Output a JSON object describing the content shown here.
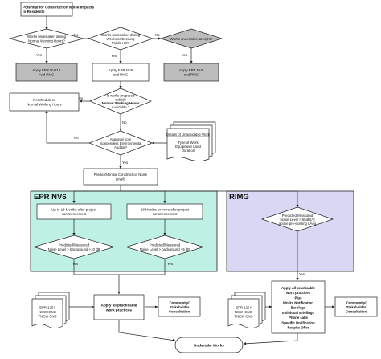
{
  "nodes": {
    "start": [
      "Potential for Construction Noise Impacts",
      "to Residents"
    ],
    "d_normal": [
      "Works undertaken during",
      "Normal Working Hours?"
    ],
    "d_weekend": [
      "Works undertaken during",
      "Weekend/Evening",
      "Public Hol?"
    ],
    "d_night": [
      "Works undertaken at night?"
    ],
    "apply_nv21": [
      "Apply EPR NV21A",
      "And RMG"
    ],
    "apply_nv6_rmg": [
      "Apply EPR NV6",
      "and RMG"
    ],
    "apply_nv6_rmg_b": [
      "Apply EPR NV6",
      "and RMG"
    ],
    "d_outside": [
      "Is works proposed",
      "outside",
      "Normal Working Hours",
      "Avoidable ?"
    ],
    "reschedule": [
      "Reschedule to",
      "Normal Working Hours"
    ],
    "d_approval": [
      "Approval from",
      "Independent Environmental",
      "Auditor?"
    ],
    "details_doc": [
      "Details of Unavoidable Work",
      "",
      "Type of Work",
      "Equipment Used",
      "Duration"
    ],
    "predict": [
      "Predict/Monitor Construction Noise",
      "Levels"
    ],
    "upto18": [
      "Up to 18 Months after project",
      "commencement"
    ],
    "over18": [
      "18 Months or more after project",
      "commencement"
    ],
    "d_nv6_left": [
      "Predicted/Measured",
      "Noise Level > background +10 dB"
    ],
    "d_nv6_right": [
      "Predicted/Measured",
      "Noise Level > background +5 dB"
    ],
    "d_rimg": [
      "Predicted/Measured",
      "Noise Level > 65dB(A)",
      "above pre-existing LAeq"
    ],
    "apply_left": [
      "Apply all practicable",
      "work practices"
    ],
    "community_left": [
      "Community/",
      "Stakeholder",
      "Consultation"
    ],
    "epr_left": [
      "EPR 1254",
      "NSW ICNG",
      "TNEW CNS"
    ],
    "apply_right": [
      "Apply all practicable",
      "work practices",
      "Plus",
      "Works Notification",
      "Earplugs",
      "Individual Briefings",
      "Phone calls",
      "Specific Notification",
      "Respite Offer"
    ],
    "community_right": [
      "Community/",
      "Stakeholder",
      "Consultation"
    ],
    "epr_right": [
      "EPR 1254",
      "NSW ICNG",
      "TNEW CNS"
    ],
    "undertake": [
      "Undertake Works"
    ]
  },
  "sections": {
    "nv6": "EPR NV6",
    "rimg": "RIMG"
  },
  "edge_labels": {
    "yes": "Yes",
    "no": "No"
  }
}
